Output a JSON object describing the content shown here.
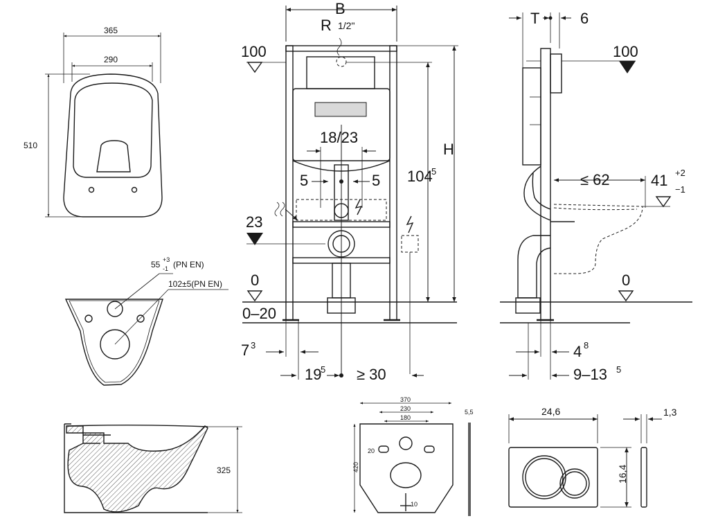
{
  "seat_top": {
    "width_outer": "365",
    "width_inner": "290",
    "depth": "510"
  },
  "bowl_top": {
    "hole_small": "55",
    "hole_small_tol_plus": "+3",
    "hole_small_tol_minus": "-1",
    "hole_small_std": "(PN EN)",
    "hole_large": "102±5(PN EN)"
  },
  "bowl_side": {
    "height": "325"
  },
  "frame_front": {
    "width_label": "B",
    "supply_label": "R",
    "supply_size": "1/2\"",
    "level_100": "100",
    "level_23": "23",
    "level_0": "0",
    "level_0_20": "0–20",
    "height_label": "H",
    "anchor_spacing": "18/23",
    "anchor_left": "5",
    "anchor_right": "5",
    "height_104": "104",
    "height_104_sup": "5",
    "foot_7": "7",
    "foot_7_sup": "3",
    "offset_19": "19",
    "offset_19_sup": "5",
    "clearance_30": "≥ 30"
  },
  "frame_side": {
    "depth_label": "T",
    "depth_6": "6",
    "level_100": "100",
    "bowl_proj": "≤ 62",
    "seat_height": "41",
    "seat_tol_plus": "+2",
    "seat_tol_minus": "−1",
    "level_0": "0",
    "foot_4": "4",
    "foot_4_sup": "8",
    "wall_9_13": "9–13",
    "wall_9_13_sup": "5"
  },
  "mount_plate": {
    "width_outer": "370",
    "width_mid": "230",
    "width_inner": "180",
    "height": "420",
    "hole_20": "20",
    "slot_10": "10",
    "thickness": "5,5"
  },
  "flush_plate": {
    "width": "24,6",
    "height": "16,4",
    "thickness": "1,3"
  }
}
